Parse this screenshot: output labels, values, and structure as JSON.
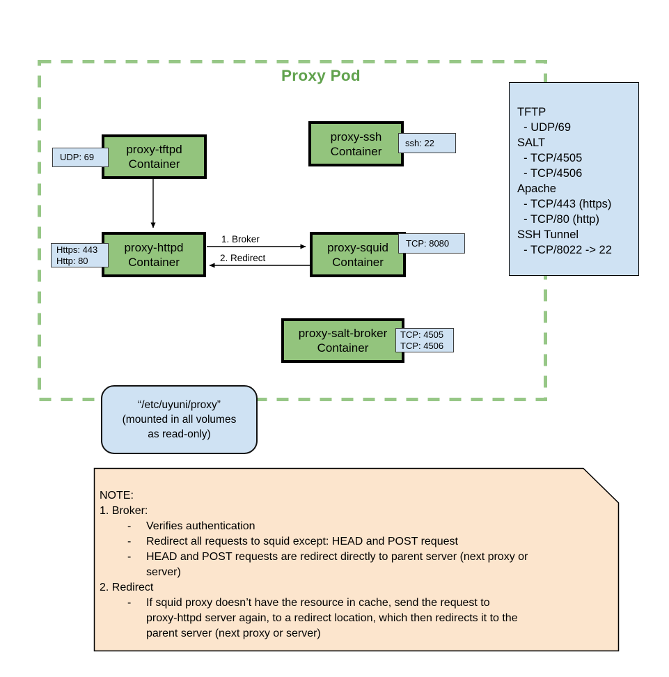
{
  "title": "Proxy Pod",
  "containers": {
    "tftpd": {
      "name": "proxy-tftpd",
      "type": "Container"
    },
    "ssh": {
      "name": "proxy-ssh",
      "type": "Container"
    },
    "httpd": {
      "name": "proxy-httpd",
      "type": "Container"
    },
    "squid": {
      "name": "proxy-squid",
      "type": "Container"
    },
    "salt_broker": {
      "name": "proxy-salt-broker",
      "type": "Container"
    }
  },
  "port_labels": {
    "tftpd_udp": "UDP: 69",
    "ssh": "ssh: 22",
    "httpd_https": "Https: 443",
    "httpd_http": "Http: 80",
    "squid_tcp": "TCP: 8080",
    "salt_tcp_4505": "TCP: 4505",
    "salt_tcp_4506": "TCP: 4506"
  },
  "arrows": {
    "broker": "1. Broker",
    "redirect": "2. Redirect"
  },
  "legend": {
    "lines": [
      "TFTP",
      "  - UDP/69",
      "SALT",
      "  - TCP/4505",
      "  - TCP/4506",
      "Apache",
      "  - TCP/443 (https)",
      "  - TCP/80 (http)",
      "SSH Tunnel",
      "  - TCP/8022 -> 22"
    ]
  },
  "config_note": {
    "lines": [
      "“/etc/uyuni/proxy”",
      "(mounted in all volumes",
      "as read-only)"
    ]
  },
  "note": {
    "bullet_marker": "-",
    "lines": [
      "NOTE:",
      "1. Broker:",
      "Verifies authentication",
      "Redirect all requests to squid except: HEAD and POST request",
      "HEAD and POST requests are redirect directly to parent server (next proxy or",
      "server)",
      "2. Redirect",
      "If squid proxy doesn’t have the resource in cache, send the request to",
      "proxy-httpd server again, to a redirect location, which then redirects it to the",
      "parent server (next proxy or server)"
    ]
  },
  "colors": {
    "container_green": "#93c47d",
    "boundary_green": "#97c787",
    "title_green": "#61a24e",
    "label_blue": "#cfe2f3",
    "note_orange": "#fce5cd",
    "outline_black": "#000000"
  }
}
